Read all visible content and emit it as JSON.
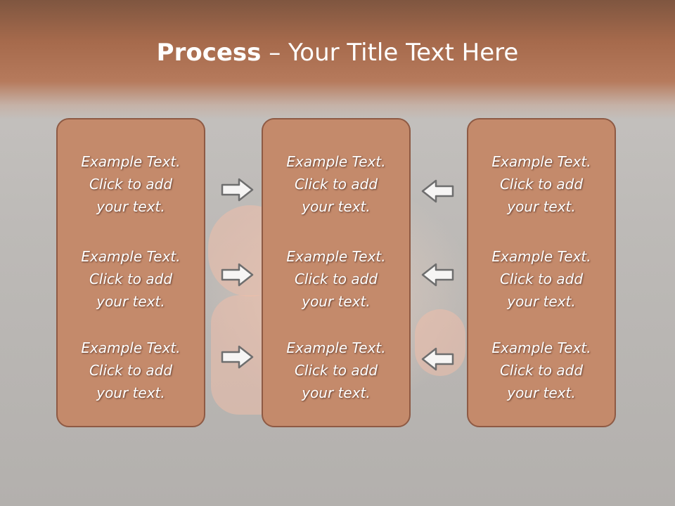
{
  "title": {
    "bold": "Process",
    "separator": " – ",
    "rest": "Your Title Text Here"
  },
  "columns": [
    {
      "items": [
        [
          "Example Text.",
          "Click  to add",
          "your text."
        ],
        [
          "Example Text.",
          "Click  to add",
          "your text."
        ],
        [
          "Example Text.",
          "Click  to add",
          "your text."
        ]
      ]
    },
    {
      "items": [
        [
          "Example Text.",
          "Click  to add",
          "your text."
        ],
        [
          "Example Text.",
          "Click  to add",
          "your text."
        ],
        [
          "Example Text.",
          "Click  to add",
          "your text."
        ]
      ]
    },
    {
      "items": [
        [
          "Example Text.",
          "Click  to add",
          "your text."
        ],
        [
          "Example Text.",
          "Click  to add",
          "your text."
        ],
        [
          "Example Text.",
          "Click  to add",
          "your text."
        ]
      ]
    }
  ],
  "arrows": {
    "left_side": "right-arrow-icon",
    "right_side": "left-arrow-icon"
  },
  "colors": {
    "accent": "#c48a6b",
    "header": "#a66a4c",
    "border": "#8e5a44"
  }
}
